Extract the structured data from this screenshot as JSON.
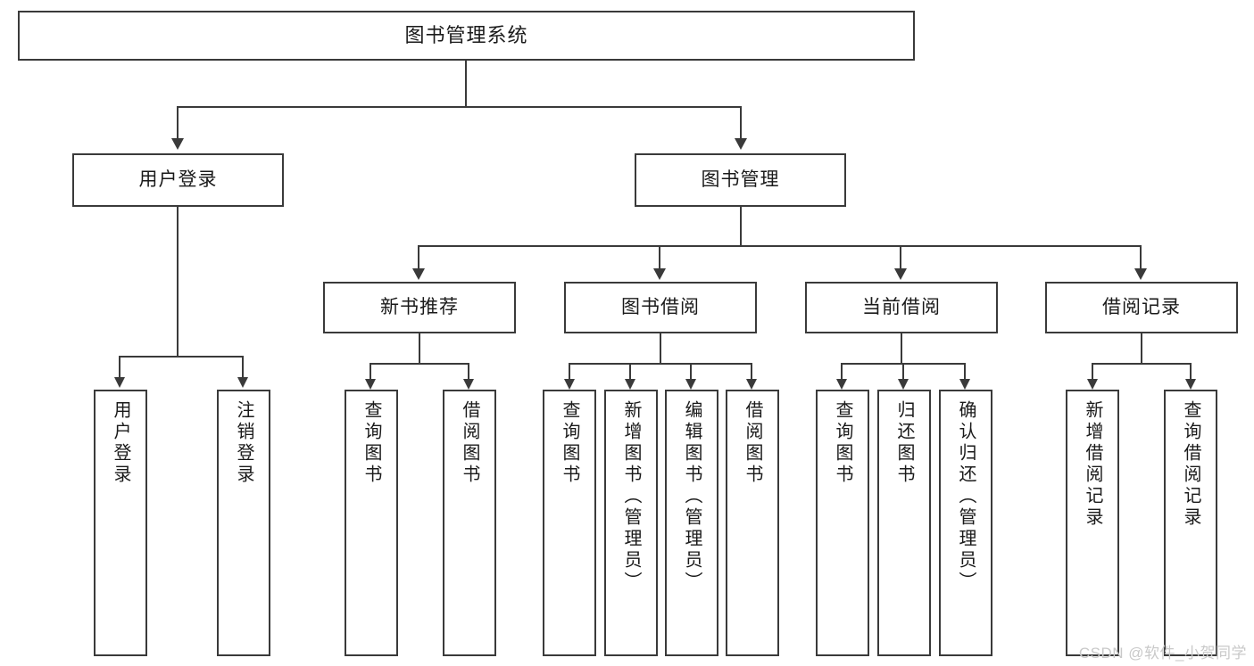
{
  "diagram": {
    "title": "图书管理系统",
    "type": "tree-hierarchy-chart",
    "root": {
      "label": "图书管理系统"
    },
    "level2": [
      {
        "label": "用户登录"
      },
      {
        "label": "图书管理"
      }
    ],
    "level3": [
      {
        "label": "新书推荐"
      },
      {
        "label": "图书借阅"
      },
      {
        "label": "当前借阅"
      },
      {
        "label": "借阅记录"
      }
    ],
    "leaves_user_login": [
      {
        "label": "用户登录"
      },
      {
        "label": "注销登录"
      }
    ],
    "leaves_new_book": [
      {
        "label": "查询图书"
      },
      {
        "label": "借阅图书"
      }
    ],
    "leaves_borrow": [
      {
        "label": "查询图书"
      },
      {
        "label": "新增图书（管理员）"
      },
      {
        "label": "编辑图书（管理员）"
      },
      {
        "label": "借阅图书"
      }
    ],
    "leaves_current": [
      {
        "label": "查询图书"
      },
      {
        "label": "归还图书"
      },
      {
        "label": "确认归还（管理员）"
      }
    ],
    "leaves_record": [
      {
        "label": "新增借阅记录"
      },
      {
        "label": "查询借阅记录"
      }
    ]
  },
  "watermark": {
    "text": "CSDN @软件_小贺同学"
  },
  "colors": {
    "stroke": "#3a3a3a",
    "fill": "#ffffff",
    "text": "#1a1a1a",
    "watermark": "#c9c9c9"
  }
}
